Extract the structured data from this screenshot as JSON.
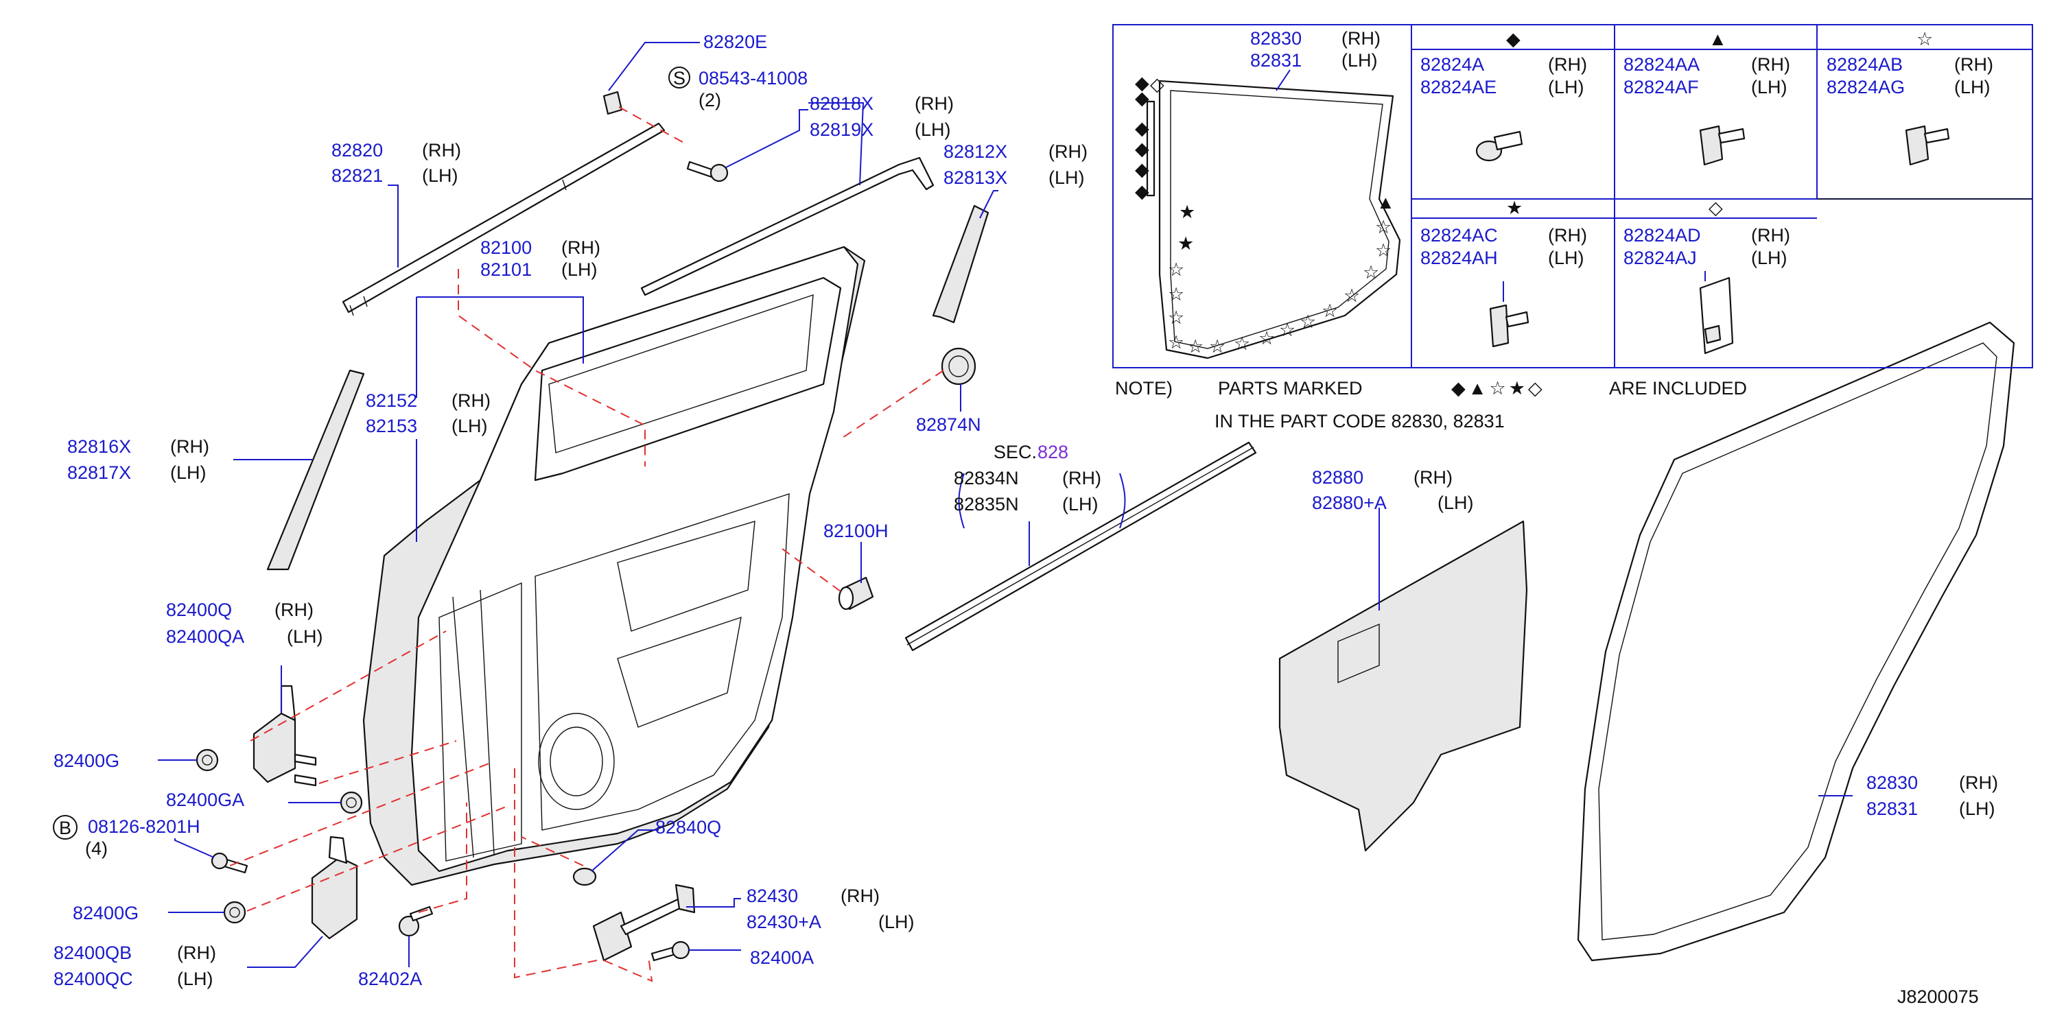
{
  "colors": {
    "part_number": "#1a1acc",
    "text": "#111111",
    "section_ref": "#7a2fd8",
    "leader": "#1a1acc",
    "dashed_leader": "#e23030"
  },
  "labels": {
    "p82820E": "82820E",
    "s_symbol": "S",
    "p08543": "08543-41008",
    "qty2": "(2)",
    "p82818X": "82818X",
    "p82819X": "82819X",
    "p82812X": "82812X",
    "p82813X": "82813X",
    "p82820": "82820",
    "p82821": "82821",
    "p82100": "82100",
    "p82101": "82101",
    "p82152": "82152",
    "p82153": "82153",
    "p82816X": "82816X",
    "p82817X": "82817X",
    "p82874N": "82874N",
    "p82100H": "82100H",
    "p82400Q": "82400Q",
    "p82400QA": "82400QA",
    "p82400G_a": "82400G",
    "p82400GA": "82400GA",
    "b_symbol": "B",
    "p08126": "08126-8201H",
    "qty4": "(4)",
    "p82400G_b": "82400G",
    "p82400QB": "82400QB",
    "p82400QC": "82400QC",
    "p82402A": "82402A",
    "p82840Q": "82840Q",
    "p82430": "82430",
    "p82430A": "82430+A",
    "p82400A": "82400A",
    "sec_label": "SEC.",
    "sec_num": "828",
    "p82834N": "82834N",
    "p82835N": "82835N",
    "p82880": "82880",
    "p82880A": "82880+A",
    "p82830": "82830",
    "p82831": "82831",
    "rh": "(RH)",
    "lh": "(LH)",
    "diagram_code": "J8200075"
  },
  "note": {
    "prefix": "NOTE)",
    "parts_marked": "PARTS   MARKED",
    "symbols": "◆▲☆★◇",
    "are_included": "ARE   INCLUDED",
    "line2": "IN   THE   PART   CODE   82830,   82831"
  },
  "inset": {
    "title_rh": "82830",
    "title_lh": "82831",
    "cells": [
      {
        "symbol": "◆",
        "rh": "82824A",
        "lh": "82824AE"
      },
      {
        "symbol": "▲",
        "rh": "82824AA",
        "lh": "82824AF"
      },
      {
        "symbol": "☆",
        "rh": "82824AB",
        "lh": "82824AG"
      },
      {
        "symbol": "★",
        "rh": "82824AC",
        "lh": "82824AH"
      },
      {
        "symbol": "◇",
        "rh": "82824AD",
        "lh": "82824AJ"
      }
    ]
  }
}
